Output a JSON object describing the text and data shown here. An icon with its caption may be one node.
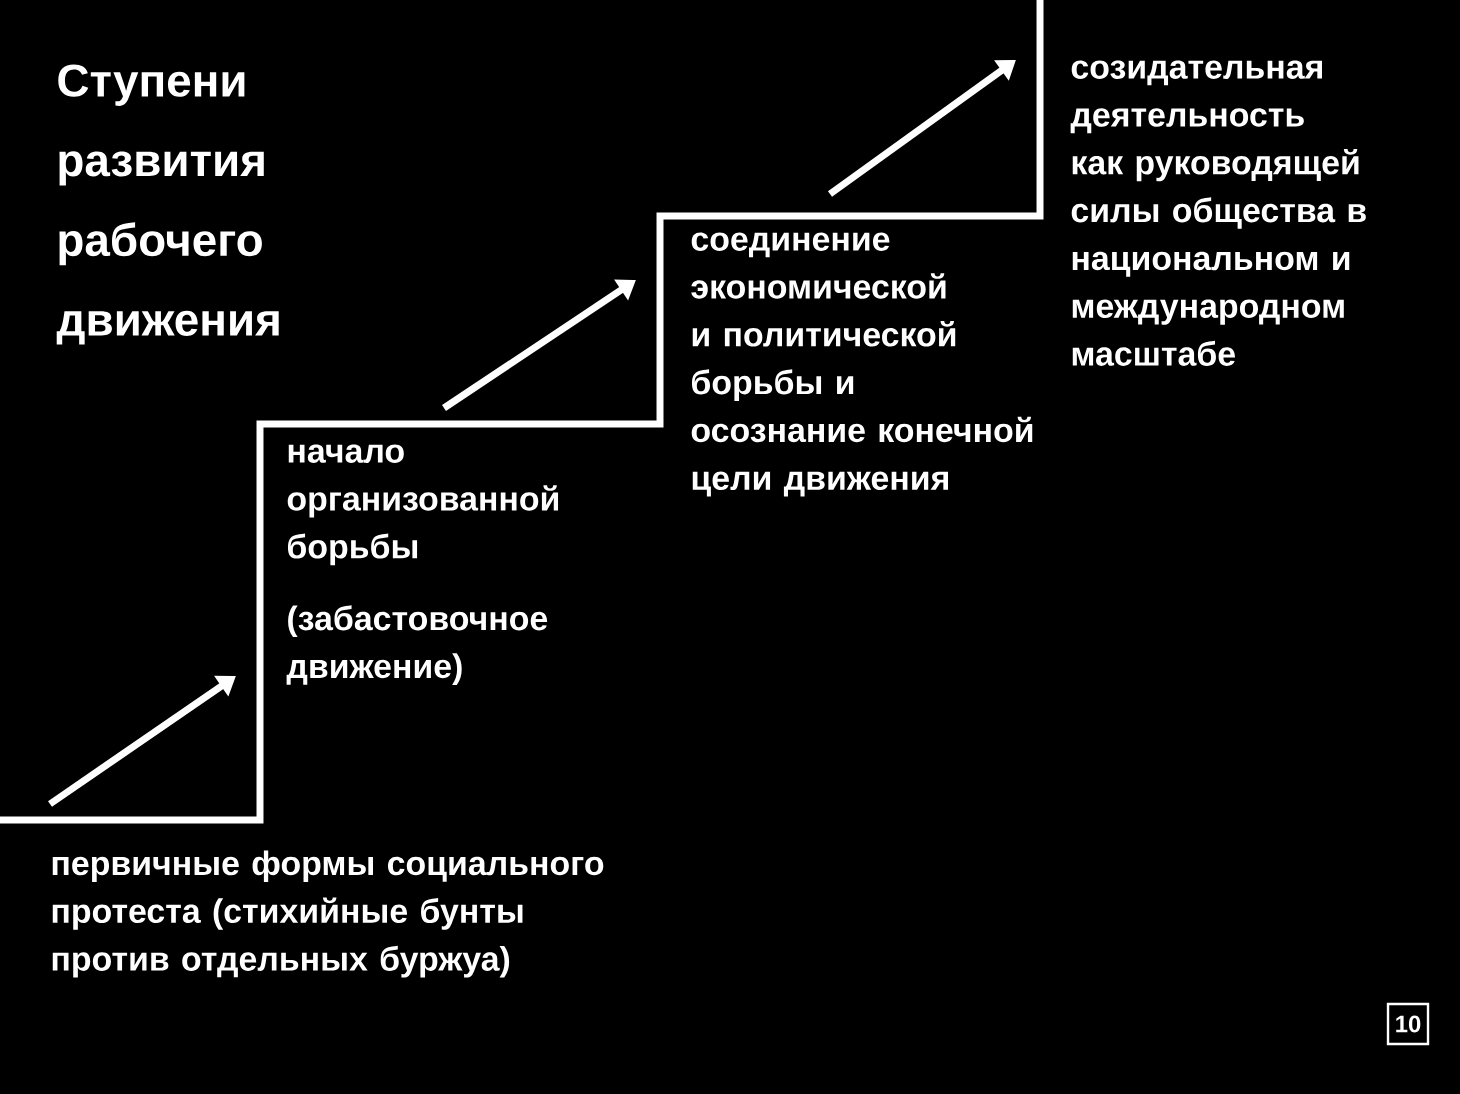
{
  "diagram": {
    "title": "Ступени развития рабочего движения",
    "nodes": [
      {
        "text": [
          "первичные формы социального протеста (стихийные бунты против отдельных буржуа)"
        ]
      },
      {
        "text": [
          "начало организованной борьбы",
          "(забастовочное движение)"
        ]
      },
      {
        "text": [
          "соединение экономической и политической борьбы и осознание конечной цели движения"
        ]
      },
      {
        "text": [
          "созидательная деятельность как руководящей силы общества в национальном и международном масштабе"
        ]
      }
    ],
    "edges": [
      {
        "from": 0,
        "to": 1,
        "arrow": "to"
      },
      {
        "from": 1,
        "to": 2,
        "arrow": "to"
      },
      {
        "from": 2,
        "to": 3,
        "arrow": "to"
      }
    ],
    "labels": [
      "10"
    ]
  }
}
